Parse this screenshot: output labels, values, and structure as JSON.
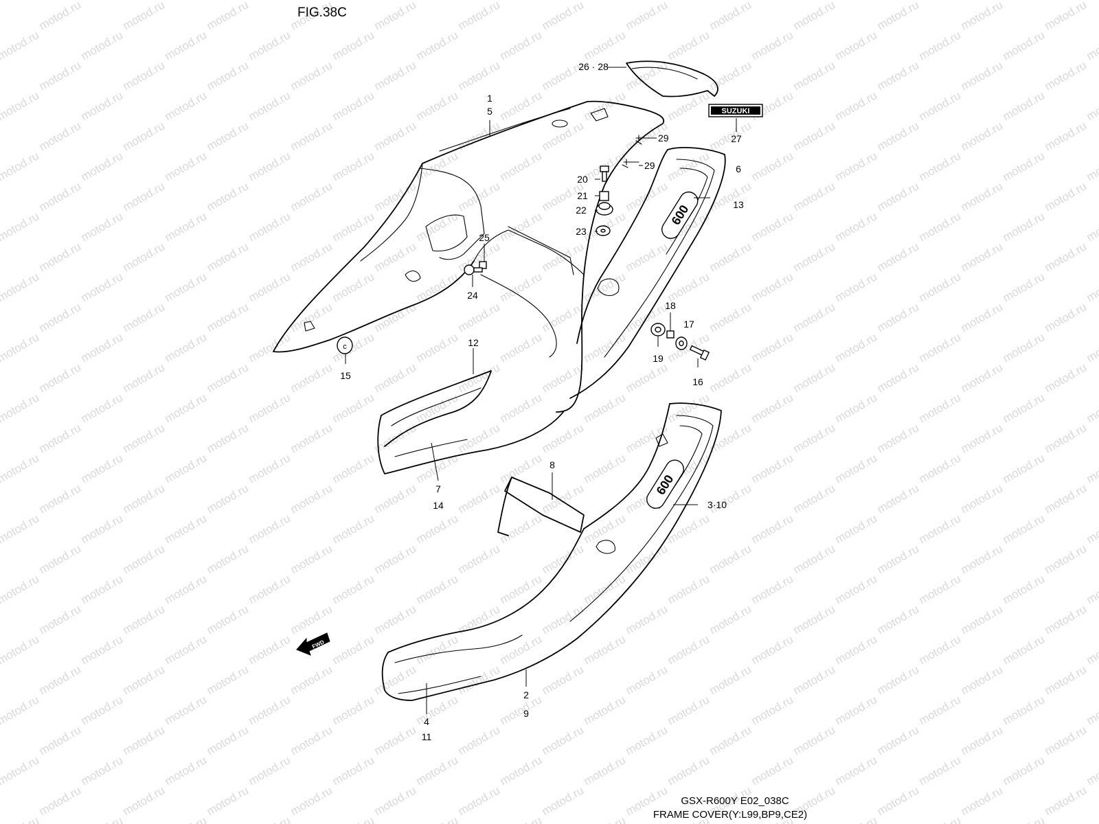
{
  "figure_label": "FIG.38C",
  "watermark": "motod.ru",
  "footer": {
    "model_code": "GSX-R600Y E02_038C",
    "title": "FRAME COVER(Y:L99,BP9,CE2)"
  },
  "emblem_text": "SUZUKI",
  "side_badge": "600",
  "fwd_text": "FWD",
  "callouts": {
    "c1": "1",
    "c5": "5",
    "c26_28": "26 · 28",
    "c27": "27",
    "c29a": "29",
    "c29b": "29",
    "c20": "20",
    "c21": "21",
    "c22": "22",
    "c23": "23",
    "c6": "6",
    "c13": "13",
    "c25": "25",
    "c24": "24",
    "c18": "18",
    "c17": "17",
    "c19": "19",
    "c16": "16",
    "c15": "15",
    "c12": "12",
    "c7": "7",
    "c14": "14",
    "c8": "8",
    "c3_10": "3·10",
    "c2": "2",
    "c9": "9",
    "c4": "4",
    "c11": "11"
  }
}
